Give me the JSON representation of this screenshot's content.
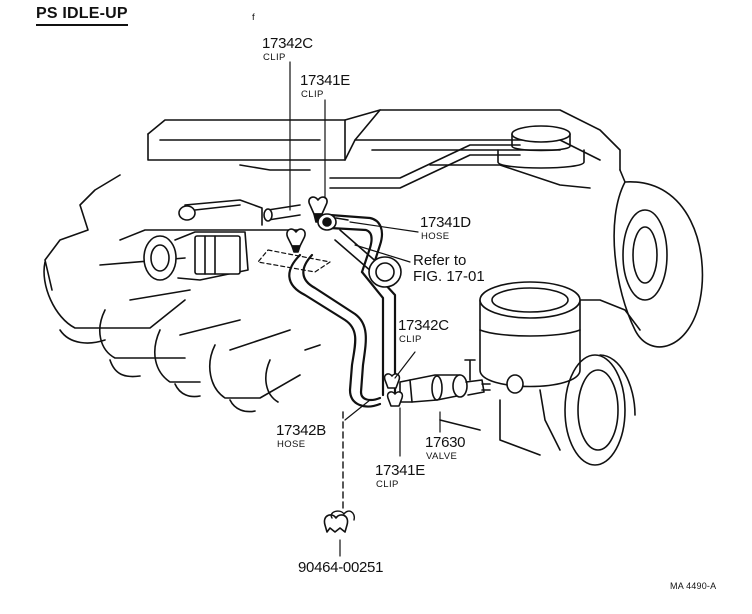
{
  "title": "PS IDLE-UP",
  "tick": "f",
  "parts": {
    "clip_17342C_top": {
      "number": "17342C",
      "name": "CLIP"
    },
    "clip_17341E_top": {
      "number": "17341E",
      "name": "CLIP"
    },
    "hose_17341D": {
      "number": "17341D",
      "name": "HOSE"
    },
    "clip_17342C_right": {
      "number": "17342C",
      "name": "CLIP"
    },
    "hose_17342B": {
      "number": "17342B",
      "name": "HOSE"
    },
    "valve_17630": {
      "number": "17630",
      "name": "VALVE"
    },
    "clip_17341E_bottom": {
      "number": "17341E",
      "name": "CLIP"
    },
    "clip_90464": {
      "number": "90464-00251"
    }
  },
  "reference": {
    "line1": "Refer to",
    "line2": "FIG. 17-01"
  },
  "drawing_code": "MA 4490-A"
}
